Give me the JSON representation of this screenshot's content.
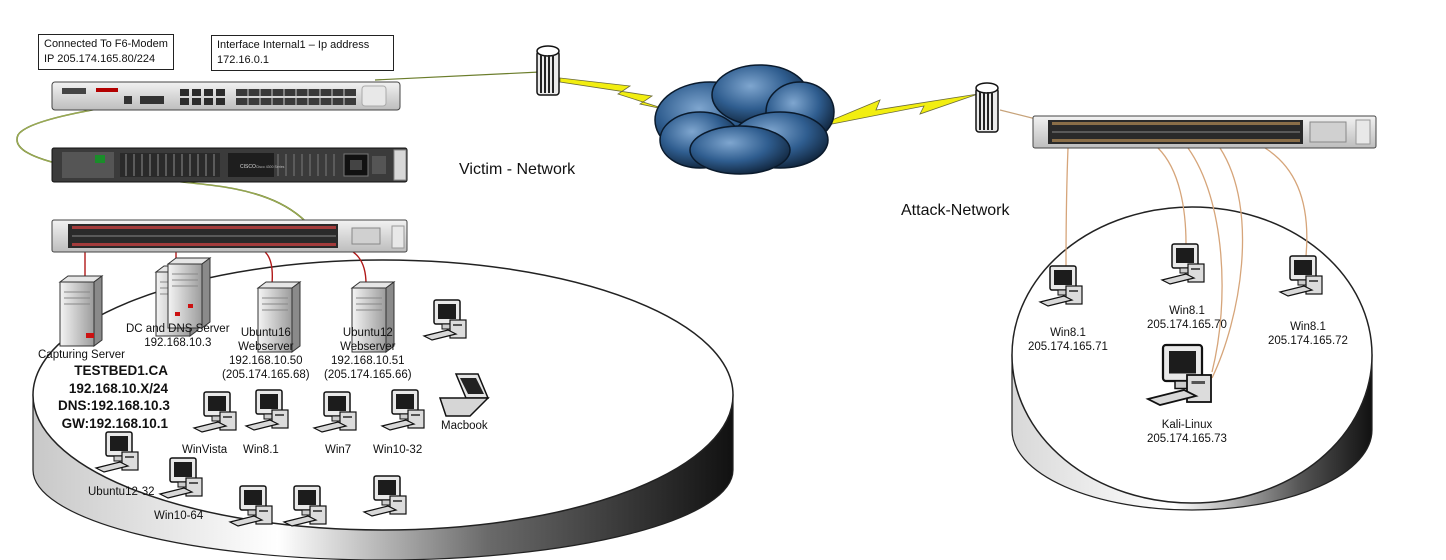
{
  "callouts": {
    "modem": {
      "line1": "Connected To F6-Modem",
      "line2": "IP 205.174.165.80/224"
    },
    "interface": {
      "line1": "Interface Internal1 – Ip address",
      "line2": "172.16.0.1"
    }
  },
  "network_labels": {
    "victim": "Victim - Network",
    "attack": "Attack-Network"
  },
  "victim_nodes": {
    "capturing_server": "Capturing Server",
    "dc_dns": {
      "line1": "DC and DNS Server",
      "line2": "192.168.10.3"
    },
    "ubuntu16": {
      "line1": "Ubuntu16",
      "line2": "Webserver",
      "line3": "192.168.10.50",
      "line4": "(205.174.165.68)"
    },
    "ubuntu12": {
      "line1": "Ubuntu12",
      "line2": "Webserver",
      "line3": "192.168.10.51",
      "line4": "(205.174.165.66)"
    },
    "macbook": "Macbook",
    "winvista": "WinVista",
    "win81": "Win8.1",
    "win7": "Win7",
    "win10_32": "Win10-32",
    "ubuntu12_32": "Ubuntu12-32",
    "win10_64": "Win10-64"
  },
  "testbed": {
    "name": "TESTBED1.CA",
    "subnet": "192.168.10.X/24",
    "dns": "DNS:192.168.10.3",
    "gw": "GW:192.168.10.1"
  },
  "attack_nodes": {
    "pc1": {
      "name": "Win8.1",
      "ip": "205.174.165.71"
    },
    "pc2": {
      "name": "Win8.1",
      "ip": "205.174.165.70"
    },
    "pc3": {
      "name": "Win8.1",
      "ip": "205.174.165.72"
    },
    "kali": {
      "name": "Kali-Linux",
      "ip": "205.174.165.73"
    }
  },
  "device_marks": {
    "router_brand": "CISCO",
    "router_model": "Cisco 4300 Series"
  }
}
